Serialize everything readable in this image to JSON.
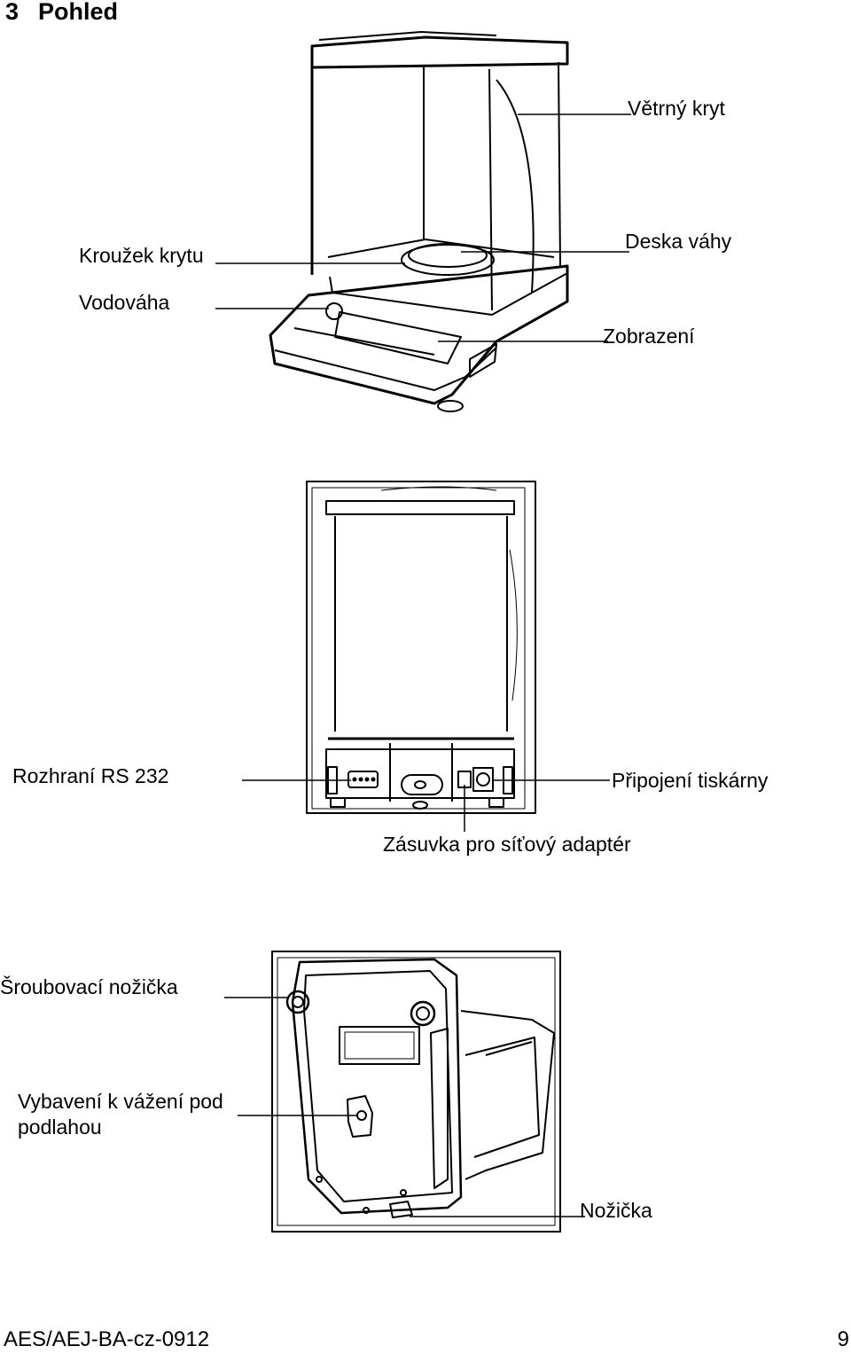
{
  "heading": {
    "number": "3",
    "title": "Pohled"
  },
  "labels": {
    "wind_cover": "Větrný kryt",
    "cover_ring": "Kroužek krytu",
    "weighing_pan": "Deska váhy",
    "spirit_level": "Vodováha",
    "display": "Zobrazení",
    "rs232": "Rozhraní RS 232",
    "printer_port": "Připojení tiskárny",
    "adapter_socket": "Zásuvka pro síťový adaptér",
    "screw_foot": "Šroubovací nožička",
    "underfloor_weighing": "Vybavení k  vážení pod podlahou",
    "foot": "Nožička"
  },
  "footer": {
    "doc_code": "AES/AEJ-BA-cz-0912",
    "page": "9"
  }
}
